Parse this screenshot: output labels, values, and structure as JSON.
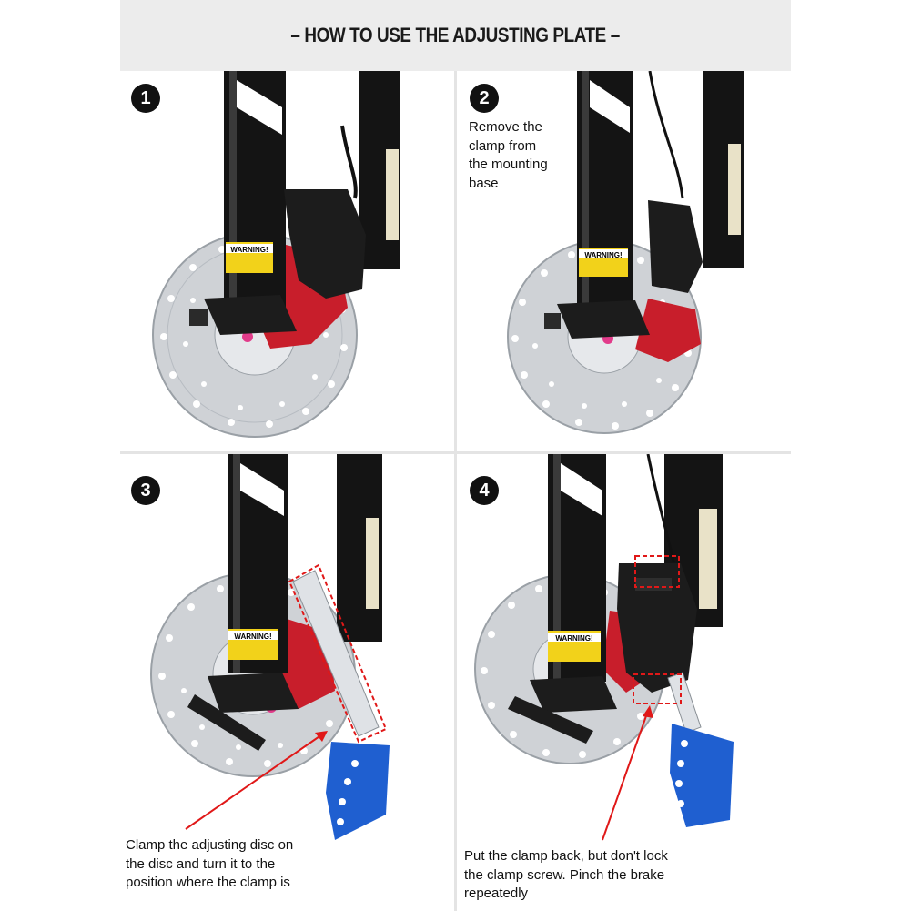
{
  "header": {
    "title": "– HOW TO USE THE ADJUSTING PLATE –"
  },
  "steps": [
    {
      "number": "1",
      "lines": []
    },
    {
      "number": "2",
      "lines": [
        "Remove the",
        "clamp from",
        "the mounting",
        "base"
      ]
    },
    {
      "number": "3",
      "lines": [
        "Clamp the adjusting disc on",
        "the disc and turn it to the",
        "position where the clamp is"
      ]
    },
    {
      "number": "4",
      "lines": [
        "Put the clamp back, but don't lock",
        "the clamp screw. Pinch the brake",
        "repeatedly"
      ]
    }
  ],
  "fork_label": {
    "warning": "WARNING!"
  },
  "colors": {
    "banner_bg": "#ececec",
    "fork_black": "#141414",
    "rotor_silver": "#cfd2d6",
    "hub_red": "#c81e2b",
    "plate_blue": "#1f5fd0",
    "annotation_red": "#e01818",
    "warning_yellow": "#f2d21a"
  }
}
